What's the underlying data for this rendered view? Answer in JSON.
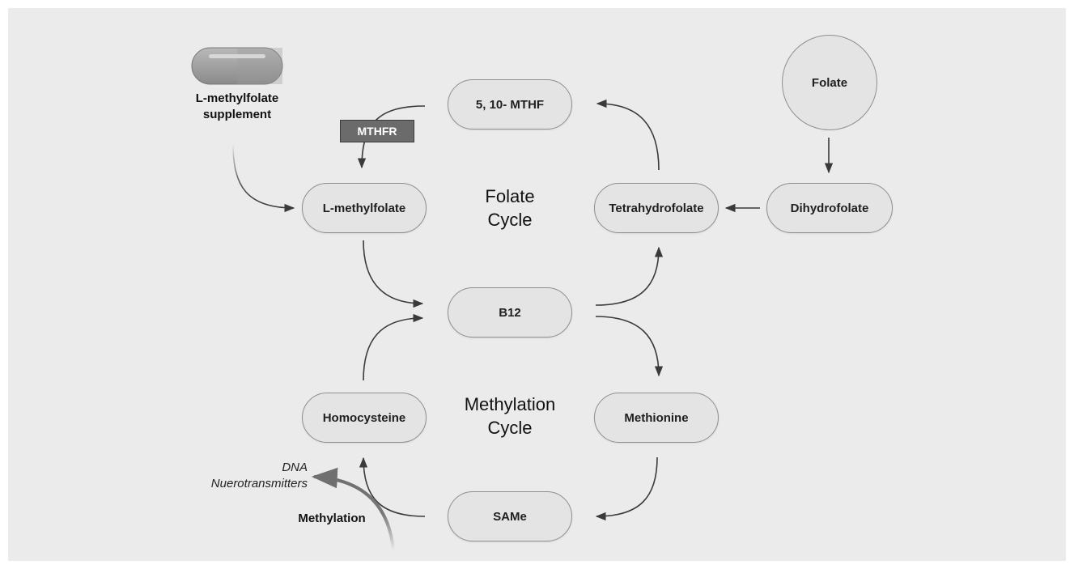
{
  "diagram": {
    "cycles": {
      "folate": [
        "Folate",
        "Cycle"
      ],
      "methylation": [
        "Methylation",
        "Cycle"
      ]
    },
    "nodes": {
      "mthf": "5, 10- MTHF",
      "l_methylfolate": "L-methylfolate",
      "b12": "B12",
      "tetrahydrofolate": "Tetrahydrofolate",
      "dihydrofolate": "Dihydrofolate",
      "folate": "Folate",
      "homocysteine": "Homocysteine",
      "methionine": "Methionine",
      "same": "SAMe"
    },
    "enzyme": "MTHFR",
    "supplement": [
      "L-methylfolate",
      "supplement"
    ],
    "methylation_label": "Methylation",
    "targets": [
      "DNA",
      "Nuerotransmitters"
    ],
    "colors": {
      "background": "#ebebec",
      "node_fill": "#e4e4e5",
      "node_border": "#8f8f91",
      "arrow": "#3a3a3a",
      "enzyme_fill": "#6b6b6b"
    }
  }
}
